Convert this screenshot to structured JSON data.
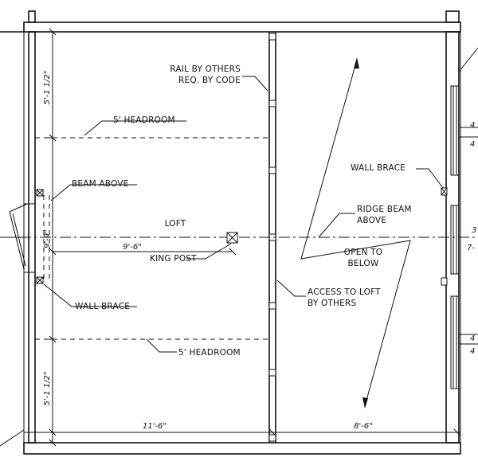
{
  "labels": {
    "rail_line1": "RAIL BY OTHERS",
    "rail_line2": "REQ. BY CODE",
    "headroom_top": "5' HEADROOM",
    "headroom_bottom": "5' HEADROOM",
    "beam_above": "BEAM ABOVE",
    "loft": "LOFT",
    "king_post": "KING POST",
    "wall_brace_left": "WALL BRACE",
    "wall_brace_right": "WALL BRACE",
    "ridge_line1": "RIDGE BEAM",
    "ridge_line2": "ABOVE",
    "open_line1": "OPEN TO",
    "open_line2": "BELOW",
    "access_line1": "ACCESS TO LOFT",
    "access_line2": "BY OTHERS"
  },
  "dimensions": {
    "left_top": "5'-1 1/2\"",
    "left_mid": "9'-9\"",
    "left_bottom": "5'-1 1/2\"",
    "horizontal_mid": "9'-6\"",
    "bottom_left": "11'-6\"",
    "bottom_right": "8'-6\""
  },
  "edge_fragments": {
    "r1": "4",
    "r2": "4",
    "r3": "3",
    "r4": "7-",
    "r5": "4",
    "r6": "4"
  }
}
